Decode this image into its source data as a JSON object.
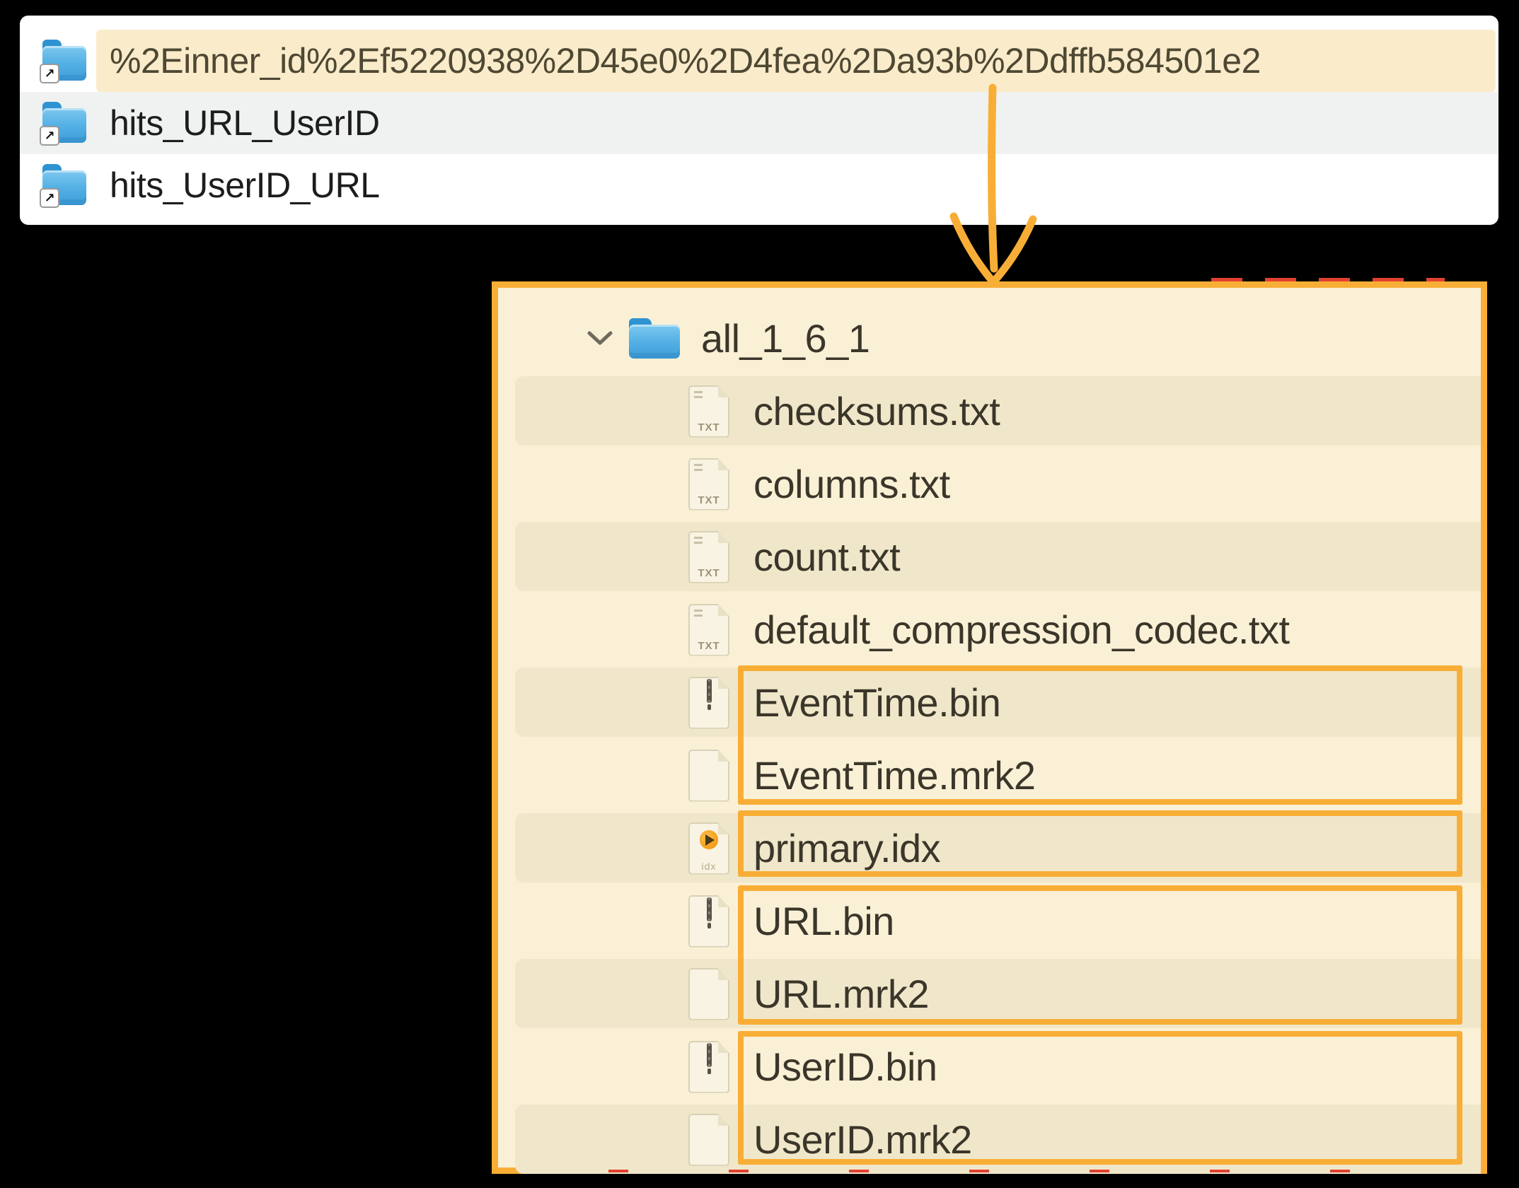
{
  "colors": {
    "accent_orange": "#F8AE36",
    "red_marker": "#E2402F",
    "panel_cream": "#FAF0D6",
    "row_stripe": "#F0E7CA",
    "selected_row_highlight": "#FAECCB",
    "alt_row_gray": "#F0F2F1",
    "folder_blue": "#55B1E5"
  },
  "top_panel": {
    "rows": [
      {
        "label": "%2Einner_id%2Ef5220938%2D45e0%2D4fea%2Da93b%2Ddffb584501e2",
        "icon": "folder-alias",
        "selected": true
      },
      {
        "label": "hits_URL_UserID",
        "icon": "folder-alias",
        "selected": false
      },
      {
        "label": "hits_UserID_URL",
        "icon": "folder-alias",
        "selected": false
      }
    ]
  },
  "tree_panel": {
    "root": {
      "label": "all_1_6_1",
      "icon": "folder",
      "expanded": true
    },
    "files": [
      {
        "label": "checksums.txt",
        "type": "txt"
      },
      {
        "label": "columns.txt",
        "type": "txt"
      },
      {
        "label": "count.txt",
        "type": "txt"
      },
      {
        "label": "default_compression_codec.txt",
        "type": "txt"
      },
      {
        "label": "EventTime.bin",
        "type": "bin"
      },
      {
        "label": "EventTime.mrk2",
        "type": "blank"
      },
      {
        "label": "primary.idx",
        "type": "idx"
      },
      {
        "label": "URL.bin",
        "type": "bin"
      },
      {
        "label": "URL.mrk2",
        "type": "blank"
      },
      {
        "label": "UserID.bin",
        "type": "bin"
      },
      {
        "label": "UserID.mrk2",
        "type": "blank"
      }
    ],
    "annotation_groups": [
      "EventTime.bin + EventTime.mrk2",
      "primary.idx",
      "URL.bin + URL.mrk2",
      "UserID.bin + UserID.mrk2"
    ]
  },
  "icon_glyphs": {
    "alias_arrow": "↗",
    "txt_badge": "TXT",
    "idx_badge": "idx"
  }
}
